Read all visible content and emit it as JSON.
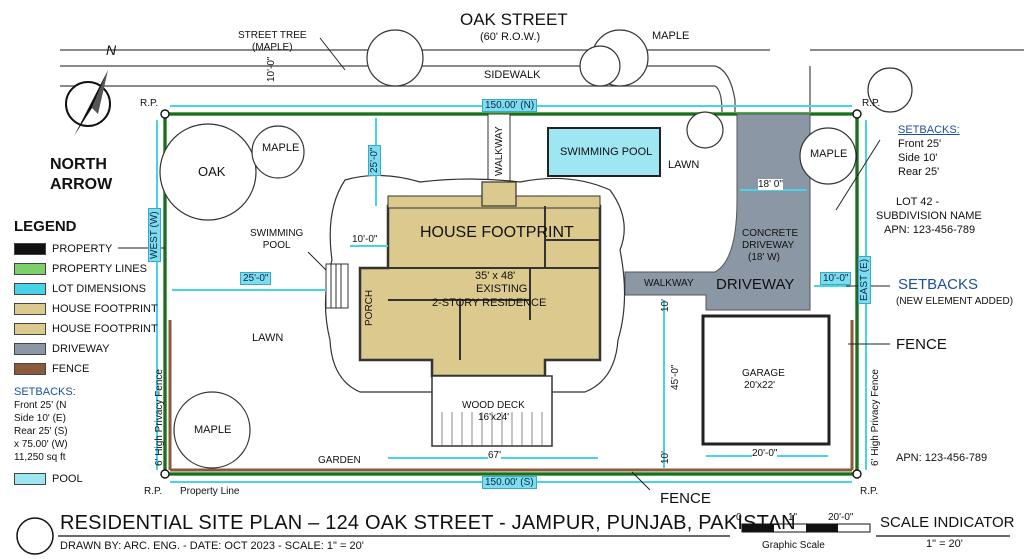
{
  "street": {
    "name": "OAK STREET",
    "row": "(60' R.O.W.)",
    "sidewalk": "SIDEWALK",
    "street_tree": "STREET TREE\n(MAPLE)",
    "maple_top": "MAPLE"
  },
  "compass": {
    "n": "N",
    "label1": "NORTH",
    "label2": "ARROW"
  },
  "dims": {
    "top": "150.00' (N)",
    "bottom": "150.00' (S)",
    "west": "WEST (W)",
    "east": "EAST (E)",
    "tenft": "10'-0\"",
    "front_setback": "25'-0\"",
    "side_left": "25'-0\"",
    "porch_w": "10'-0\"",
    "drive_w": "18' 0\"",
    "east_10": "10'-0\"",
    "garage_10a": "10'",
    "garage_45": "45'-0\"",
    "garage_10b": "10'",
    "garage_20": "20'-0\"",
    "deck_67": "67'"
  },
  "labels": {
    "rp_tl": "R.P.",
    "rp_tr": "R.P.",
    "rp_bl": "R.P.",
    "rp_br": "R.P.",
    "oak": "OAK",
    "maple1": "MAPLE",
    "maple2": "MAPLE",
    "maple3": "MAPLE",
    "walkway_top": "WALKWAY",
    "pool": "SWIMMING POOL",
    "lawn_top": "LAWN",
    "house": "HOUSE FOOTPRINT",
    "residence1": "35' x 48'",
    "residence2": "EXISTING",
    "residence3": "2-STORY RESIDENCE",
    "porch": "PORCH",
    "swimming_pool_side": "SWIMMING\nPOOL",
    "walkway_side": "WALKWAY",
    "driveway_big": "DRIVEWAY",
    "concrete1": "CONCRETE",
    "concrete2": "DRIVEWAY",
    "concrete3": "(18' W)",
    "garage1": "GARAGE",
    "garage2": "20'x22'",
    "deck1": "WOOD DECK",
    "deck2": "16'x24'",
    "lawn_left": "LAWN",
    "garden": "GARDEN",
    "property_line": "Property Line",
    "fence_left": "6' High Privacy Fence",
    "fence_right": "6' High Privacy Fence",
    "fence_callout_right": "FENCE",
    "fence_callout_bottom": "FENCE",
    "apn_bottom": "APN: 123-456-789"
  },
  "legend": {
    "title": "LEGEND",
    "items": [
      {
        "label": "PROPERTY",
        "color": "#111111"
      },
      {
        "label": "PROPERTY LINES",
        "color": "#7ccf6a"
      },
      {
        "label": "LOT DIMENSIONS",
        "color": "#48d4e8"
      },
      {
        "label": "HOUSE FOOTPRINT",
        "color": "#dcc98d"
      },
      {
        "label": "HOUSE FOOTPRINT",
        "color": "#dcc98d"
      },
      {
        "label": "DRIVEWAY",
        "color": "#8c97a5"
      },
      {
        "label": "FENCE",
        "color": "#8a5a3a"
      }
    ],
    "setbacks_title": "SETBACKS:",
    "setbacks_lines": [
      "Front 25' (N",
      "Side 10' (E)",
      "Rear 25' (S)",
      "x 75.00' (W)",
      "11,250 sq ft"
    ],
    "pool_label": "POOL",
    "pool_color": "#9ee6f2"
  },
  "right_panel": {
    "setbacks_title": "SETBACKS:",
    "setbacks_lines": [
      "Front 25'",
      "Side 10'",
      "Rear 25'"
    ],
    "lot1": "LOT 42 -",
    "lot2": "SUBDIVISION NAME",
    "lot3": "APN: 123-456-789",
    "setbacks_big": "SETBACKS",
    "new_element": "(NEW ELEMENT ADDED)"
  },
  "footer": {
    "title": "RESIDENTIAL SITE PLAN – 124 OAK STREET - JAMPUR, PUNJAB, PAKISTAN",
    "drawn_by": "DRAWN BY: ARC. ENG. - DATE: OCT 2023 - SCALE: 1\" = 20'",
    "scale_indicator": "SCALE INDICATOR",
    "scale_value": "1\" = 20'",
    "graphic_scale": "Graphic Scale",
    "scale_0": "0",
    "scale_1": "1\"",
    "scale_20": "20'-0\""
  }
}
